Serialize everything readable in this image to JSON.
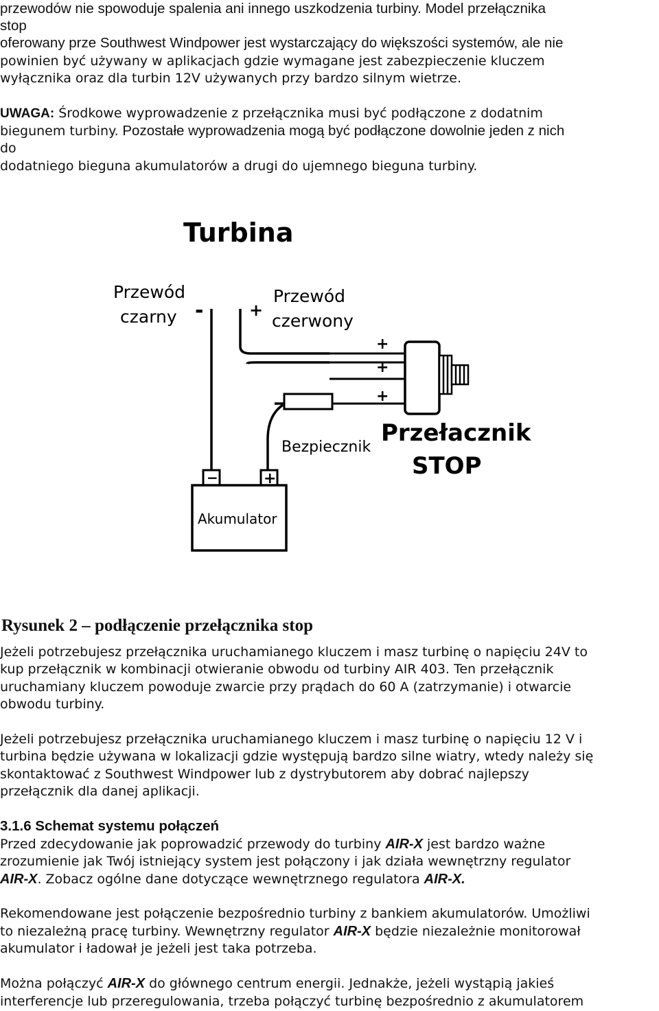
{
  "intro": {
    "l1": "przewodów nie spowoduje spalenia ani innego uszkodzenia turbiny. Model przełącznika",
    "l2": "stop",
    "l3": "oferowany prze Southwest Windpower jest wystarczający do większości systemów, ale nie",
    "l4": "powinien być używany w aplikacjach gdzie wymagane jest zabezpieczenie kluczem",
    "l5": "wyłącznika oraz dla turbin 12V używanych przy bardzo silnym wietrze."
  },
  "warning": {
    "label": "UWAGA:",
    "l1_rest": " Środkowe wyprowadzenie z przełącznika musi być podłączone z dodatnim",
    "l2_a": "biegunem turbiny.",
    "l2_b": " Pozostałe wyprowadzenia mogą być podłączone dowolnie jeden z nich",
    "l3": "do",
    "l4": "dodatniego bieguna akumulatorów a drugi do ujemnego bieguna turbiny."
  },
  "diagram": {
    "title": "Turbina",
    "black_wire_l1": "Przewód",
    "black_wire_l2": "czarny",
    "red_wire_l1": "Przewód",
    "red_wire_l2": "czerwony",
    "minus": "-",
    "plus": "+",
    "fuse": "Bezpiecznik",
    "switch_l1": "Przełacznik",
    "switch_l2": "STOP",
    "battery": "Akumulator",
    "battery_minus": "−",
    "battery_plus": "+"
  },
  "caption": "Rysunek 2 – podłączenie przełącznika stop",
  "para1": {
    "l1": "Jeżeli potrzebujesz przełącznika uruchamianego kluczem i masz turbinę o napięciu 24V to",
    "l2": "kup przełącznik w kombinacji otwieranie obwodu od turbiny AIR 403. Ten przełącznik",
    "l3": "uruchamiany kluczem powoduje zwarcie przy prądach do 60 A (zatrzymanie) i otwarcie",
    "l4": "obwodu turbiny."
  },
  "para2": {
    "l1": "Jeżeli potrzebujesz przełącznika uruchamianego kluczem i masz turbinę o napięciu 12 V i",
    "l2": "turbina będzie używana w lokalizacji gdzie występują bardzo silne wiatry, wtedy należy się",
    "l3": "skontaktować z Southwest Windpower lub z dystrybutorem aby dobrać najlepszy",
    "l4": "przełącznik dla danej aplikacji."
  },
  "section": {
    "heading": "3.1.6 Schemat systemu połączeń",
    "l1_a": "Przed zdecydowanie jak poprowadzić przewody do turbiny ",
    "l1_b": "AIR-X",
    "l1_c": " jest bardzo ważne",
    "l2": "zrozumienie jak Twój istniejący system jest połączony i jak działa wewnętrzny regulator",
    "l3_a": "AIR-X",
    "l3_b": ". Zobacz ogólne dane dotyczące wewnętrznego regulatora ",
    "l3_c": "AIR-X."
  },
  "para3": {
    "l1": "Rekomendowane jest połączenie bezpośrednio turbiny z bankiem akumulatorów. Umożliwi",
    "l2_a": "to niezależną pracę turbiny. Wewnętrzny regulator ",
    "l2_b": "AIR-X",
    "l2_c": " będzie niezależnie monitorował",
    "l3": "akumulator i ładował je jeżeli jest taka potrzeba."
  },
  "para4": {
    "l1_a": "Można połączyć ",
    "l1_b": "AIR-X",
    "l1_c": " do głównego centrum energii. Jednakże, jeżeli wystąpią jakieś",
    "l2": "interferencje lub przeregulowania, trzeba połączyć turbinę bezpośrednio z akumulatorem"
  }
}
